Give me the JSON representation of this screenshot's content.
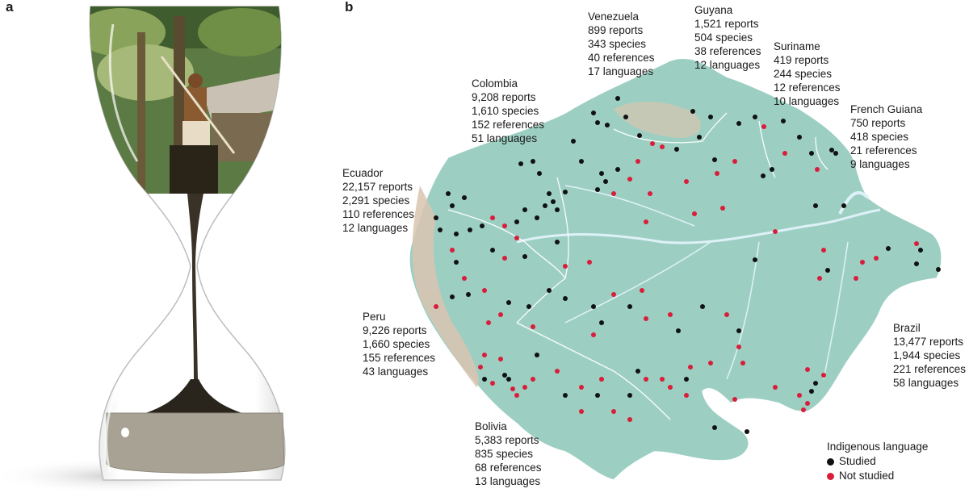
{
  "panels": {
    "a": "a",
    "b": "b"
  },
  "countries": [
    {
      "id": "venezuela",
      "name": "Venezuela",
      "reports": "899 reports",
      "species": "343 species",
      "references": "40 references",
      "languages": "17 languages"
    },
    {
      "id": "guyana",
      "name": "Guyana",
      "reports": "1,521 reports",
      "species": "504 species",
      "references": "38 references",
      "languages": "12 languages"
    },
    {
      "id": "suriname",
      "name": "Suriname",
      "reports": "419 reports",
      "species": "244 species",
      "references": "12 references",
      "languages": "10 languages"
    },
    {
      "id": "colombia",
      "name": "Colombia",
      "reports": "9,208 reports",
      "species": "1,610 species",
      "references": "152 references",
      "languages": "51 languages"
    },
    {
      "id": "french-guiana",
      "name": "French Guiana",
      "reports": "750 reports",
      "species": "418 species",
      "references": "21 references",
      "languages": "9 languages"
    },
    {
      "id": "ecuador",
      "name": "Ecuador",
      "reports": "22,157 reports",
      "species": "2,291 species",
      "references": "110 references",
      "languages": "12 languages"
    },
    {
      "id": "peru",
      "name": "Peru",
      "reports": "9,226 reports",
      "species": "1,660 species",
      "references": "155 references",
      "languages": "43 languages"
    },
    {
      "id": "brazil",
      "name": "Brazil",
      "reports": "13,477 reports",
      "species": "1,944 species",
      "references": "221 references",
      "languages": "58 languages"
    },
    {
      "id": "bolivia",
      "name": "Bolivia",
      "reports": "5,383 reports",
      "species": "835 species",
      "references": "68 references",
      "languages": "13 languages"
    }
  ],
  "legend": {
    "title": "Indigenous language",
    "studied": {
      "label": "Studied",
      "color": "#111111"
    },
    "not_studied": {
      "label": "Not studied",
      "color": "#d81e3a"
    }
  },
  "colors": {
    "land": "#9ccfc2",
    "highland": "#d9c4b0",
    "water": "#dff1f8"
  }
}
